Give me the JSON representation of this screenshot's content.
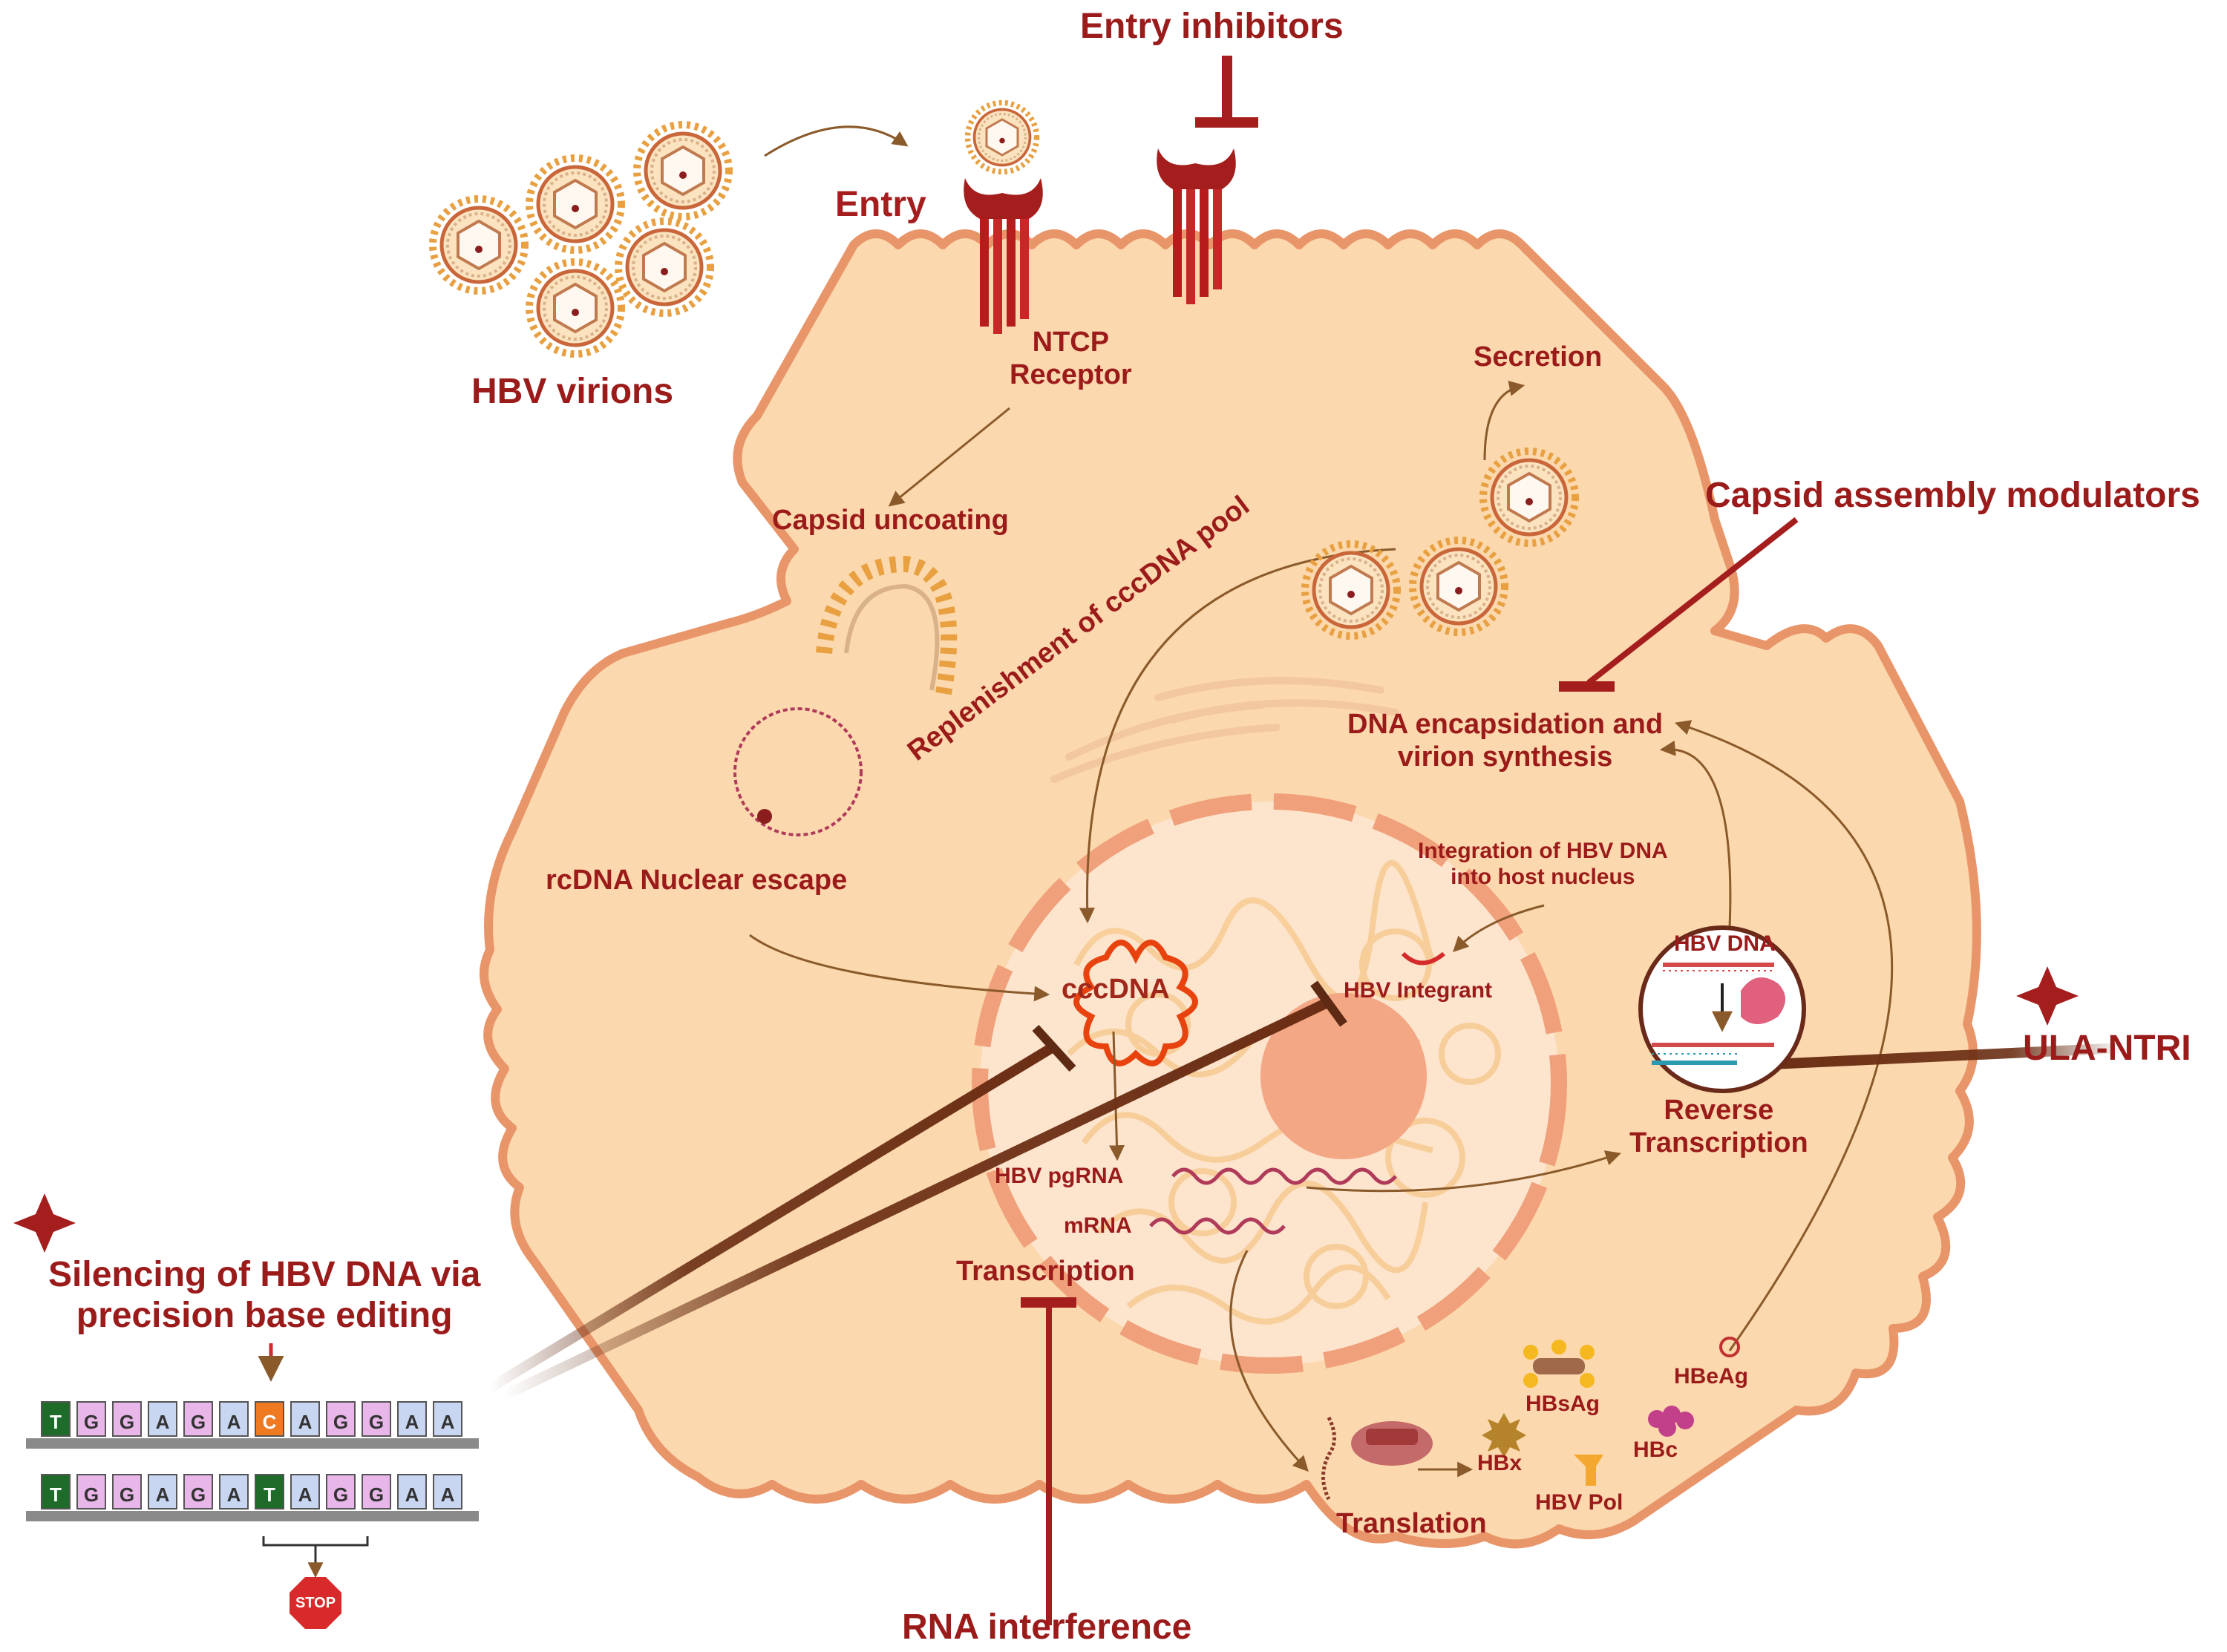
{
  "labels": {
    "entry_inhibitors": "Entry inhibitors",
    "entry": "Entry",
    "hbv_virions": "HBV virions",
    "ntcp_receptor_line1": "NTCP",
    "ntcp_receptor_line2": "Receptor",
    "secretion": "Secretion",
    "capsid_assembly_modulators": "Capsid assembly modulators",
    "capsid_uncoating": "Capsid  uncoating",
    "replenishment": "Replenishment of cccDNA pool",
    "dna_encapsidation_line1": "DNA encapsidation and",
    "dna_encapsidation_line2": "virion synthesis",
    "integration_line1": "Integration of HBV DNA",
    "integration_line2": "into host nucleus",
    "rcdna_nuclear_escape": "rcDNA Nuclear escape",
    "hbv_dna": "HBV DNA",
    "cccdna": "cccDNA",
    "hbv_integrant": "HBV Integrant",
    "ula_ntri": "ULA-NTRI",
    "reverse_transcription_line1": "Reverse",
    "reverse_transcription_line2": "Transcription",
    "hbv_pgrna": "HBV pgRNA",
    "mrna": "mRNA",
    "silencing_line1": "Silencing of HBV DNA via",
    "silencing_line2": "precision base editing",
    "transcription": "Transcription",
    "hbsag": "HBsAg",
    "hbeag": "HBeAg",
    "hbx": "HBx",
    "hbc": "HBc",
    "hbv_pol": "HBV Pol",
    "translation": "Translation",
    "rna_interference": "RNA interference",
    "stop": "STOP"
  },
  "sequences": {
    "original": [
      "T",
      "G",
      "G",
      "A",
      "G",
      "A",
      "C",
      "A",
      "G",
      "G",
      "A",
      "A"
    ],
    "edited": [
      "T",
      "G",
      "G",
      "A",
      "G",
      "A",
      "T",
      "A",
      "G",
      "G",
      "A",
      "A"
    ]
  },
  "colors": {
    "cell_fill": "#fbd8ad",
    "cell_stroke": "#e9956a",
    "label_red": "#9b1b1b",
    "receptor": "#b71c1c",
    "nucleus": "#fce0c8",
    "nucleolus": "#f4a784",
    "cccdna": "#e8420e",
    "base_T": "#1e6b2a",
    "base_G": "#e8b6e8",
    "base_A": "#c8d6f2",
    "base_C": "#f07a22"
  }
}
